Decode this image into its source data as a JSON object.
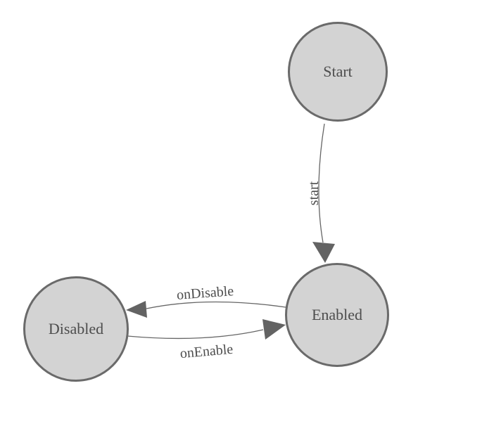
{
  "diagram": {
    "type": "state-machine",
    "background": "#ffffff",
    "colors": {
      "node_fill": "#d3d3d3",
      "node_stroke": "#6a6a6a",
      "node_label_color": "#4d4d4d",
      "edge_stroke": "#666666",
      "edge_label_color": "#4d4d4d",
      "arrow_fill": "#636363"
    },
    "nodes": [
      {
        "id": "start",
        "label": "Start"
      },
      {
        "id": "enabled",
        "label": "Enabled"
      },
      {
        "id": "disabled",
        "label": "Disabled"
      }
    ],
    "edges": [
      {
        "from": "Start",
        "to": "Enabled",
        "label": "start"
      },
      {
        "from": "Enabled",
        "to": "Disabled",
        "label": "onDisable"
      },
      {
        "from": "Disabled",
        "to": "Enabled",
        "label": "onEnable"
      }
    ]
  }
}
